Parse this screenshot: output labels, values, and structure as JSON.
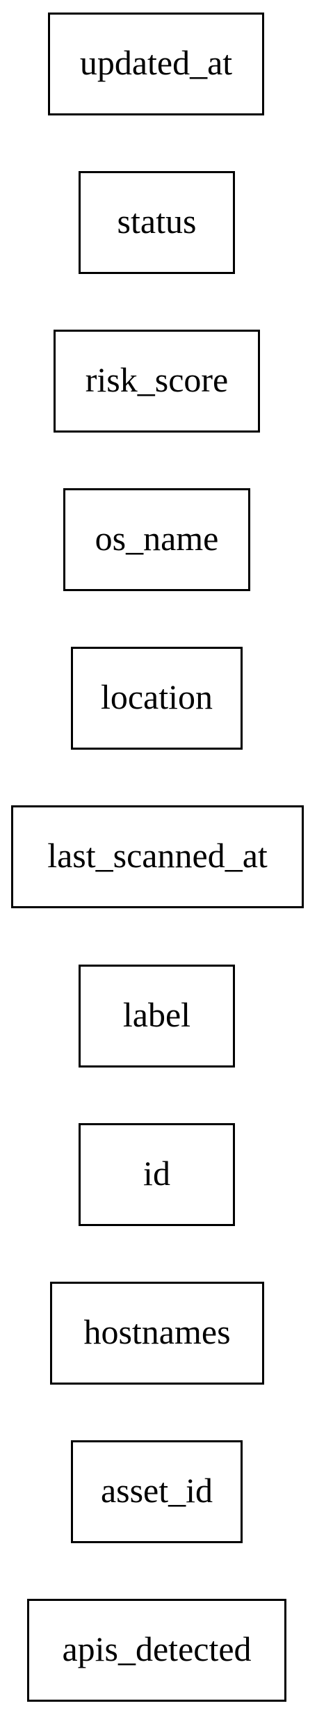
{
  "diagram": {
    "nodes": [
      {
        "label": "updated_at"
      },
      {
        "label": "status"
      },
      {
        "label": "risk_score"
      },
      {
        "label": "os_name"
      },
      {
        "label": "location"
      },
      {
        "label": "last_scanned_at"
      },
      {
        "label": "label"
      },
      {
        "label": "id"
      },
      {
        "label": "hostnames"
      },
      {
        "label": "asset_id"
      },
      {
        "label": "apis_detected"
      }
    ]
  }
}
